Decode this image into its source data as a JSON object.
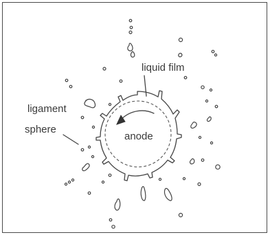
{
  "labels": {
    "liquid_film": "liquid film",
    "ligament": "ligament",
    "sphere": "sphere",
    "anode": "anode"
  }
}
